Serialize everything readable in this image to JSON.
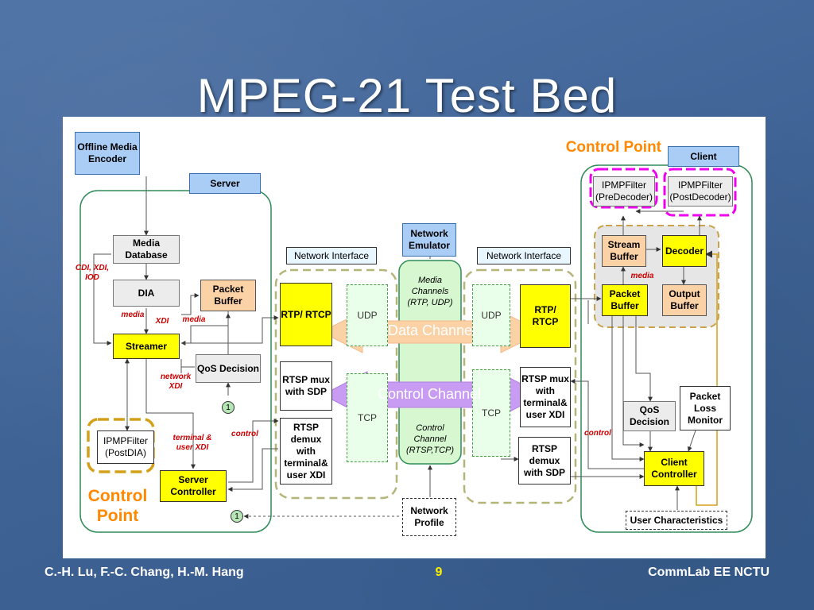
{
  "title": "MPEG-21 Test Bed",
  "footer": {
    "authors": "C.-H. Lu, F.-C. Chang, H.-M. Hang",
    "page": "9",
    "org": "CommLab EE NCTU"
  },
  "diagram": {
    "offline_encoder": "Offline Media Encoder",
    "server": "Server",
    "client": "Client",
    "control_point_top": "Control Point",
    "control_point_left": "Control Point",
    "media_database": "Media Database",
    "dia": "DIA",
    "packet_buffer_server": "Packet Buffer",
    "streamer": "Streamer",
    "qos_server": "QoS Decision",
    "ipmp_postdia": "IPMPFilter (PostDIA)",
    "server_controller": "Server Controller",
    "ni_left": "Network Interface",
    "ni_right": "Network Interface",
    "rtp_left": "RTP/ RTCP",
    "rtsp_mux": "RTSP mux with SDP",
    "rtsp_demux_left": "RTSP demux with terminal& user XDI",
    "udp_left": "UDP",
    "tcp_left": "TCP",
    "network_emulator": "Network Emulator",
    "media_channels": "Media Channels (RTP, UDP)",
    "control_channel_label": "Control Channel (RTSP,TCP)",
    "network_profile": "Network Profile",
    "udp_right": "UDP",
    "tcp_right": "TCP",
    "rtp_right": "RTP/ RTCP",
    "rtsp_mux_right": "RTSP mux with terminal& user XDI",
    "rtsp_demux_right": "RTSP demux with SDP",
    "ipmp_predecoder": "IPMPFilter (PreDecoder)",
    "ipmp_postdecoder": "IPMPFilter (PostDecoder)",
    "stream_buffer": "Stream Buffer",
    "decoder": "Decoder",
    "packet_buffer_client": "Packet Buffer",
    "output_buffer": "Output Buffer",
    "qos_client": "QoS Decision",
    "packet_loss": "Packet Loss Monitor",
    "client_controller": "Client Controller",
    "user_characteristics": "User Characteristics",
    "data_channel": "Data Channel",
    "control_channel": "Control Channel",
    "circle_label": "1",
    "labels": {
      "cdi": "CDI, XDI, IOD",
      "media1": "media",
      "media2": "media",
      "media3": "media",
      "xdi": "XDI",
      "network_xdi": "network XDI",
      "terminal_xdi": "terminal & user XDI",
      "control_left": "control",
      "control_right": "control"
    }
  },
  "colors": {
    "background": "#3f6395",
    "yellow": "#ffff00",
    "blue_box": "#a9cdf5",
    "orange_box": "#fbd1a6",
    "control_point": "#ff8800",
    "magenta": "#ee00ee",
    "arrow_data": "#fbd1a6",
    "arrow_control": "#c79cf2",
    "page_number": "#ffee00"
  }
}
